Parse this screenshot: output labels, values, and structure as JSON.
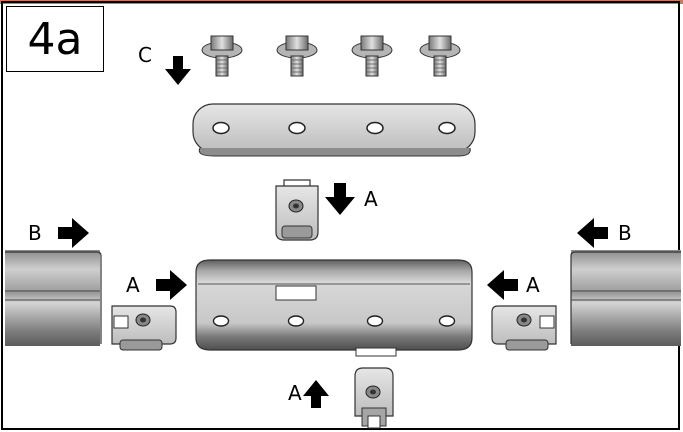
{
  "step_label": "4a",
  "labels": {
    "c_top": "C",
    "a_clip_top": "A",
    "b_left": "B",
    "b_right": "B",
    "a_left": "A",
    "a_right": "A",
    "a_bottom": "A"
  },
  "colors": {
    "frame": "#000000",
    "top_strip": "#c77a63",
    "metal_light": "#d9d9d9",
    "metal_dark": "#6e6e6e",
    "arrow": "#000000"
  }
}
